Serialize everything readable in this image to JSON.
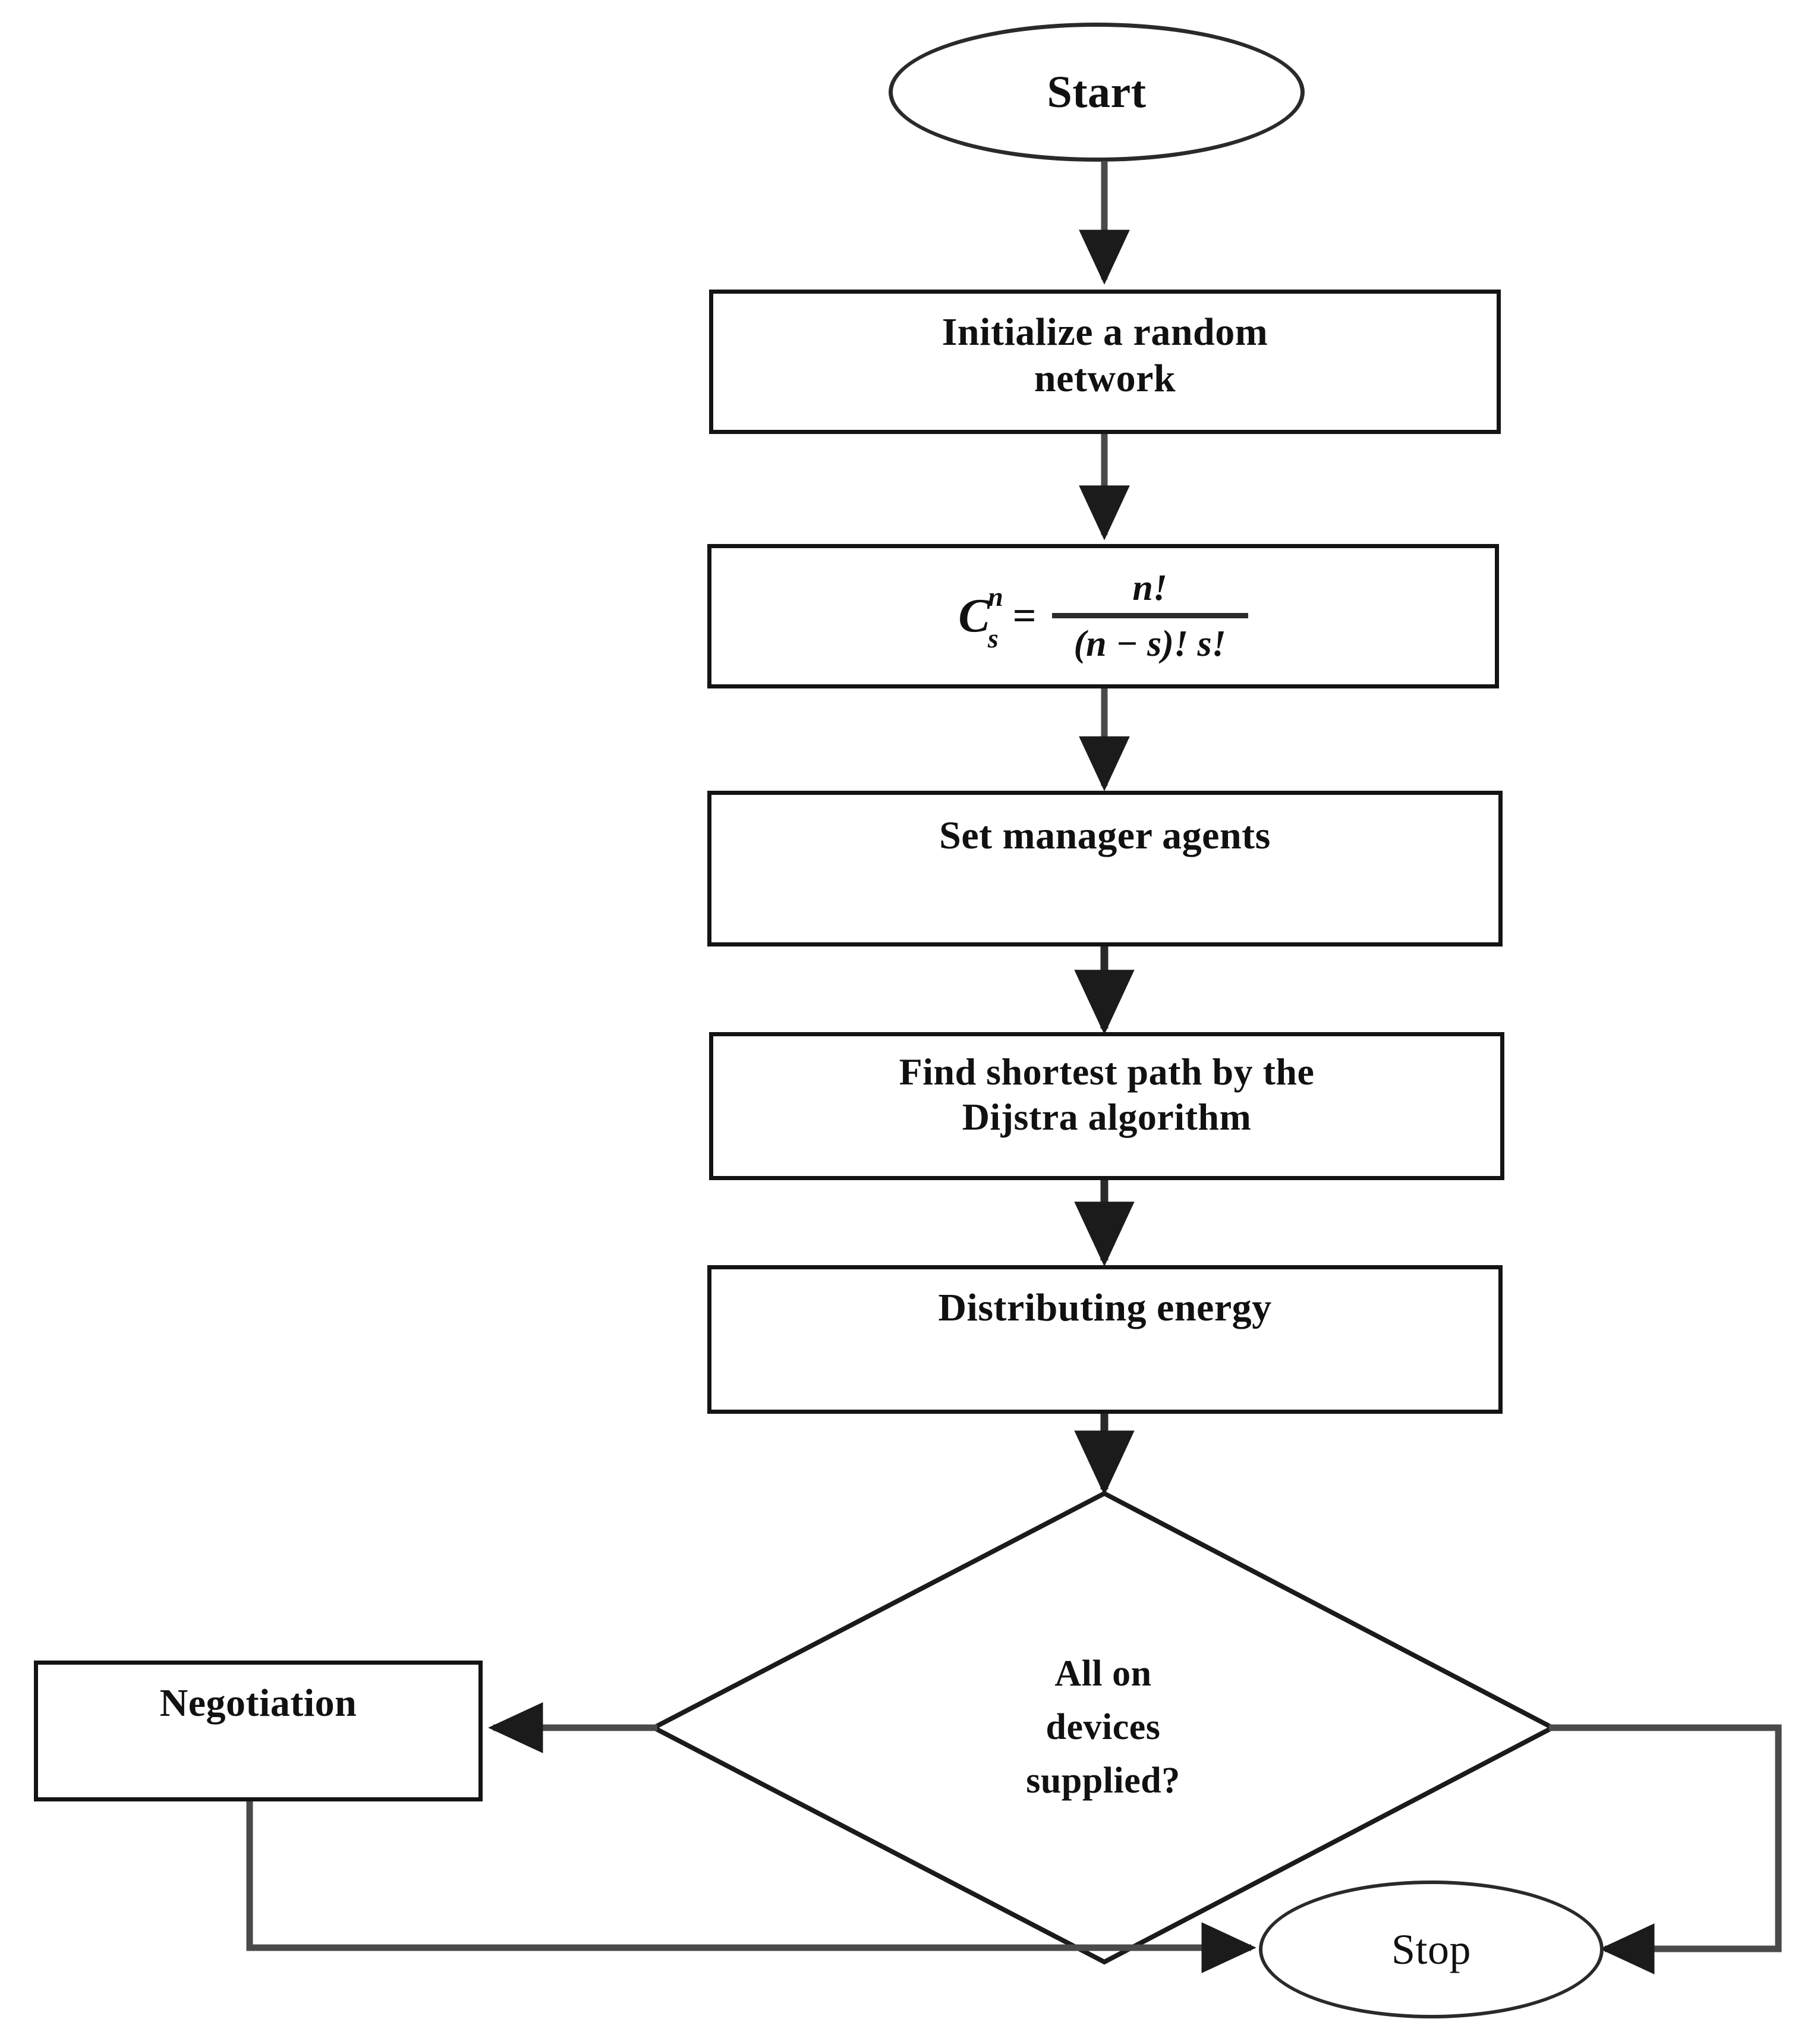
{
  "diagram": {
    "title": "Energy distribution flowchart",
    "colors": {
      "stroke": "#141414",
      "line": "#4a4a4a",
      "background": "#ffffff",
      "text": "#111111"
    },
    "nodes": {
      "start": {
        "label": "Start",
        "shape": "terminal"
      },
      "init_network": {
        "label": "Initialize a random\nnetwork",
        "line1": "Initialize a random",
        "line2": "network",
        "shape": "process"
      },
      "formula": {
        "shape": "process",
        "expression": "C_s^n = n! / ((n - s)! s!)",
        "lhs_base": "C",
        "lhs_superscript": "n",
        "lhs_subscript": "s",
        "equals": "=",
        "numerator": "n!",
        "denominator": "(n − s)! s!"
      },
      "set_manager_agents": {
        "label": "Set manager agents",
        "shape": "process"
      },
      "find_shortest_path": {
        "label": "Find shortest path by the\nDijstra algorithm",
        "line1": "Find shortest path by the",
        "line2": "Dijstra algorithm",
        "shape": "process"
      },
      "distributing_energy": {
        "label": "Distributing energy",
        "shape": "process"
      },
      "all_devices_supplied": {
        "label": "All on devices supplied?",
        "line1": "All on",
        "line2": "devices",
        "line3": "supplied?",
        "shape": "decision"
      },
      "negotiation": {
        "label": "Negotiation",
        "shape": "process"
      },
      "stop": {
        "label": "Stop",
        "shape": "terminal"
      }
    },
    "edges": [
      {
        "from": "start",
        "to": "init_network",
        "label": ""
      },
      {
        "from": "init_network",
        "to": "formula",
        "label": ""
      },
      {
        "from": "formula",
        "to": "set_manager_agents",
        "label": ""
      },
      {
        "from": "set_manager_agents",
        "to": "find_shortest_path",
        "label": ""
      },
      {
        "from": "find_shortest_path",
        "to": "distributing_energy",
        "label": ""
      },
      {
        "from": "distributing_energy",
        "to": "all_devices_supplied",
        "label": ""
      },
      {
        "from": "all_devices_supplied",
        "to": "negotiation",
        "label": ""
      },
      {
        "from": "all_devices_supplied",
        "to": "stop",
        "label": ""
      },
      {
        "from": "negotiation",
        "to": "stop",
        "label": ""
      }
    ]
  }
}
